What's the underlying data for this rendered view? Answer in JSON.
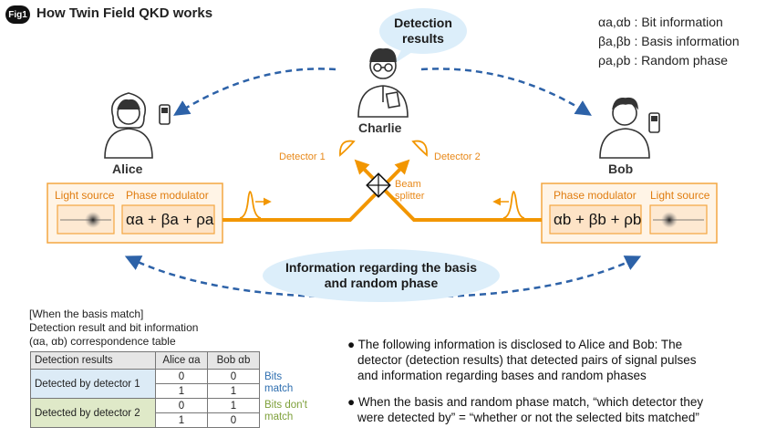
{
  "figure": {
    "badge": "Fig1",
    "title": "How Twin Field QKD works"
  },
  "legend": [
    {
      "symbols": "αa,αb",
      "text": "Bit information"
    },
    {
      "symbols": "βa,βb",
      "text": "Basis information"
    },
    {
      "symbols": "ρa,ρb",
      "text": "Random phase"
    }
  ],
  "bubbles": {
    "detection_line1": "Detection",
    "detection_line2": "results",
    "info_line1": "Information regarding the basis",
    "info_line2": "and random phase"
  },
  "people": {
    "alice": "Alice",
    "bob": "Bob",
    "charlie": "Charlie"
  },
  "detectors": {
    "d1": "Detector 1",
    "d2": "Detector 2"
  },
  "beam_splitter": {
    "line1": "Beam",
    "line2": "splitter"
  },
  "alice_box": {
    "light_source": "Light source",
    "phase_modulator": "Phase modulator",
    "formula": "αa + βa + ρa"
  },
  "bob_box": {
    "light_source": "Light source",
    "phase_modulator": "Phase modulator",
    "formula": "αb + βb + ρb"
  },
  "table_intro": {
    "line1": "[When the basis match]",
    "line2": "Detection result and bit information",
    "line3": "(αa, αb) correspondence table"
  },
  "table": {
    "headers": [
      "Detection results",
      "Alice αa",
      "Bob αb"
    ],
    "groups": [
      {
        "label": "Detected by detector 1",
        "rows": [
          [
            "0",
            "0"
          ],
          [
            "1",
            "1"
          ]
        ],
        "side_line1": "Bits",
        "side_line2": "match",
        "color": "#2f6fb0"
      },
      {
        "label": "Detected by detector 2",
        "rows": [
          [
            "0",
            "1"
          ],
          [
            "1",
            "0"
          ]
        ],
        "side_line1": "Bits don't",
        "side_line2": "match",
        "color": "#7ea03a"
      }
    ]
  },
  "bullets": [
    {
      "lines": [
        "The following information is disclosed to Alice and Bob: The",
        "detector (detection results) that detected pairs of signal pulses",
        "and information regarding bases and random phases"
      ]
    },
    {
      "lines": [
        "When the basis and random phase match, “which detector they",
        "were detected by” = “whether or not the selected bits matched”"
      ]
    }
  ],
  "colors": {
    "orange": "#f29600",
    "blue_dash": "#2d62a8",
    "bubble": "#dceefa",
    "box_fill": "#fff4e6",
    "box_border": "#f4a640",
    "formula_fill": "#fde3c6"
  }
}
